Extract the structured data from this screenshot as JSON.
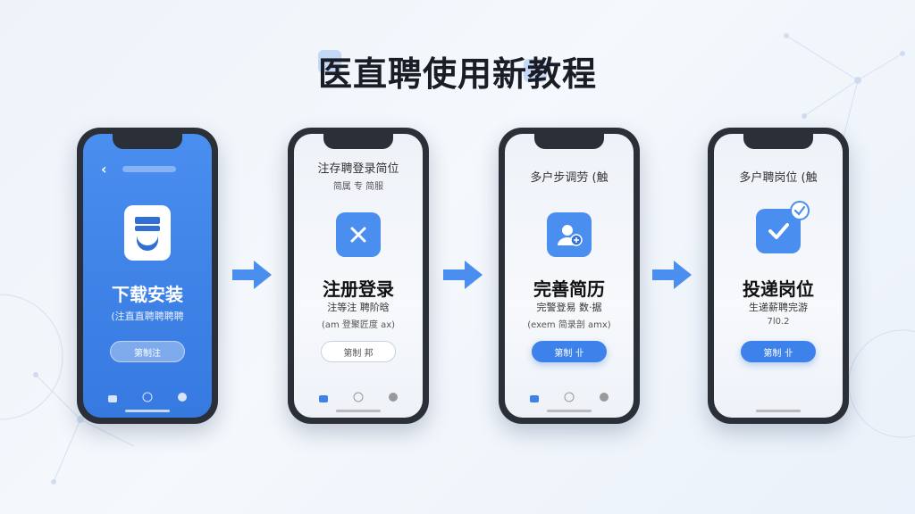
{
  "title": "医直聘使用新教程",
  "steps": [
    {
      "title": "下载安装",
      "subtitle": "(注直直聘聘聘聘",
      "button": "第制注",
      "back_glyph": "‹"
    },
    {
      "header": "注存聘登录简位",
      "subheader": "简属 专 简服",
      "title": "注册登录",
      "line1": "注等注 聘阶晗",
      "line2": "(am 登聚匠度 ax)",
      "button": "第制 邦"
    },
    {
      "header": "多户步调劳 (触",
      "title": "完善简历",
      "line1": "完警登易 数·据",
      "line2": "(exem 简录剖 amx)",
      "button": "第制 卝"
    },
    {
      "header": "多户聘岗位 (触",
      "title": "投递岗位",
      "line1": "生递薪聘完游",
      "line2": "7l0.2",
      "button": "第制 卝"
    }
  ],
  "colors": {
    "accent": "#3d82ea",
    "blue_screen": "#4a8ef0",
    "phone_frame": "#2b2f38",
    "arrow": "#4a8ef0"
  },
  "icons": {
    "step1": "app-download-icon",
    "step2": "close-x-icon",
    "step3": "user-add-icon",
    "step4": "checkmark-icon"
  }
}
